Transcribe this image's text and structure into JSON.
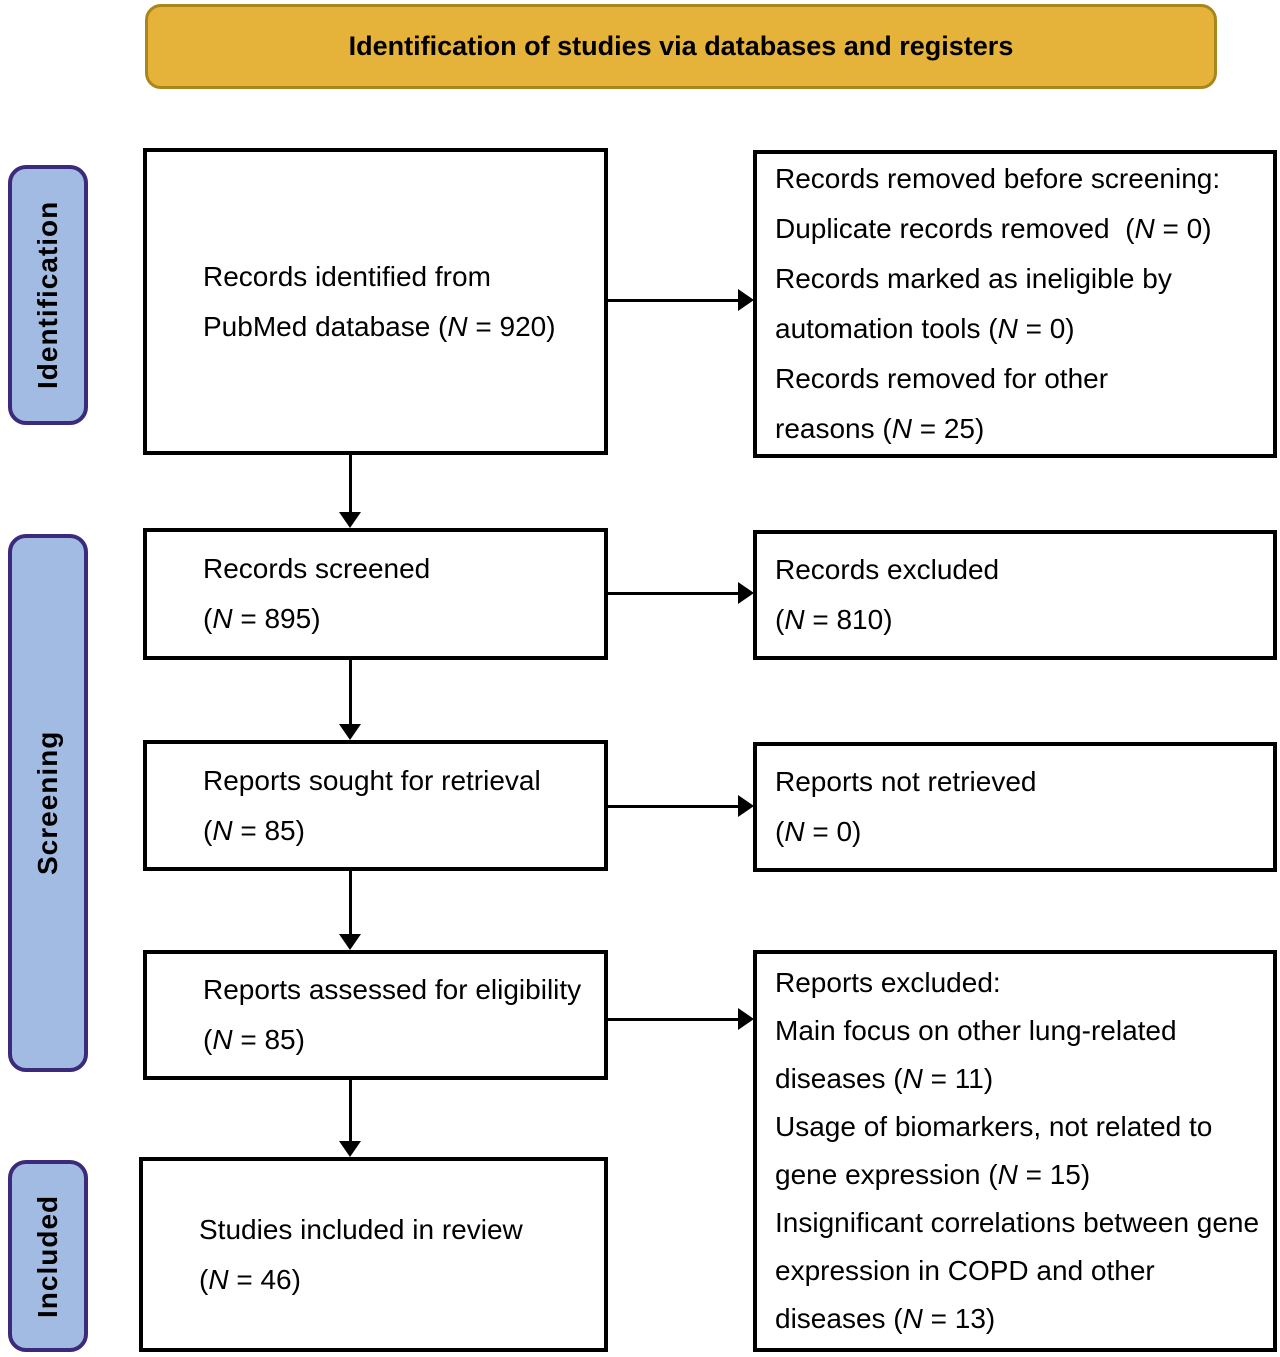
{
  "banner": {
    "title": "Identification of studies via databases and registers"
  },
  "stages": {
    "identification": "Identification",
    "screening": "Screening",
    "included": "Included"
  },
  "flow": {
    "records_identified": {
      "lines": [
        "Records identified from",
        "PubMed database (N = 920)"
      ]
    },
    "records_screened": {
      "lines": [
        "Records screened",
        "(N = 895)"
      ]
    },
    "reports_sought": {
      "lines": [
        "Reports sought for retrieval",
        "(N = 85)"
      ]
    },
    "reports_assessed": {
      "lines": [
        "Reports assessed for eligibility",
        "(N = 85)"
      ]
    },
    "studies_included": {
      "lines": [
        "Studies included in review",
        "(N = 46)"
      ]
    }
  },
  "exclusions": {
    "removed_before_screening": {
      "lines": [
        "Records removed before screening:",
        "Duplicate records removed  (N = 0)",
        "Records marked as ineligible by",
        "automation tools (N = 0)",
        "Records removed for other",
        "reasons (N = 25)"
      ]
    },
    "records_excluded": {
      "lines": [
        "Records excluded",
        "(N = 810)"
      ]
    },
    "reports_not_retrieved": {
      "lines": [
        "Reports not retrieved",
        "(N = 0)"
      ]
    },
    "reports_excluded": {
      "lines": [
        "Reports excluded:",
        "Main focus on other lung-related",
        "diseases (N = 11)",
        "Usage of biomarkers, not related to",
        "gene expression (N = 15)",
        "Insignificant correlations between gene",
        "expression in COPD and other",
        "diseases (N = 13)"
      ]
    }
  },
  "colors": {
    "banner_fill": "#E5B23A",
    "banner_border": "#A9861C",
    "stage_fill": "#A2BBE2",
    "stage_border": "#3C2A7D"
  }
}
